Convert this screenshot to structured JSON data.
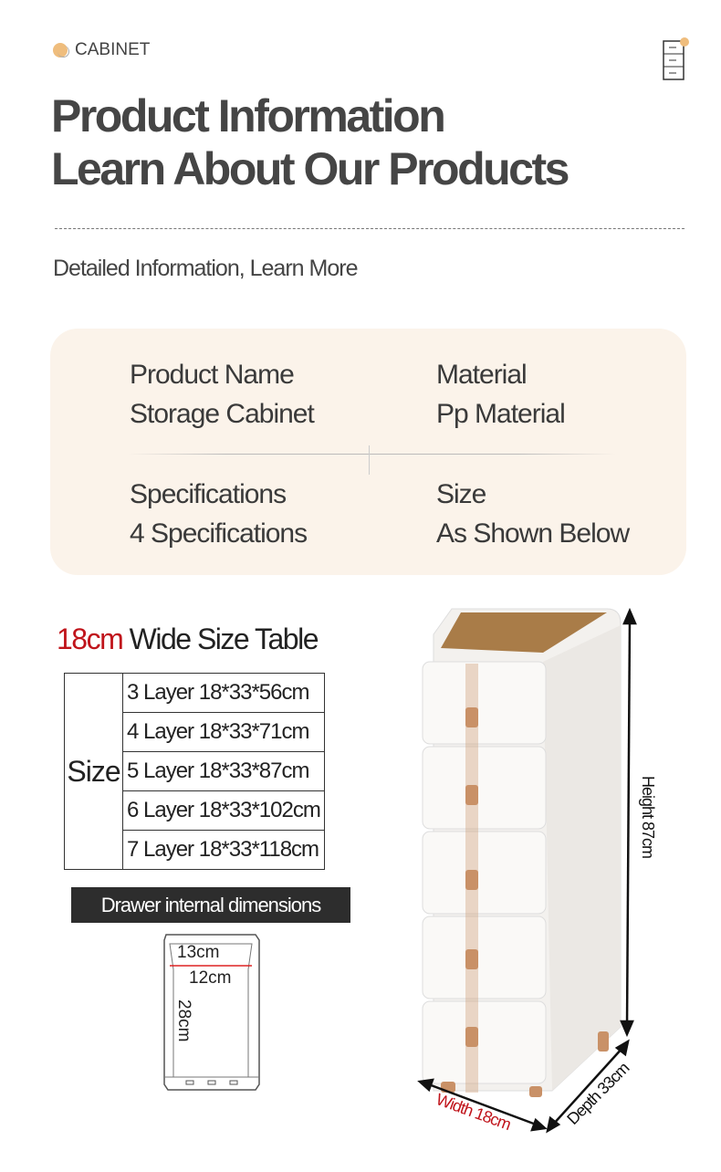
{
  "header": {
    "brand": "CABINET",
    "icon": "cabinet-icon"
  },
  "title": {
    "line1": "Product Information",
    "line2": "Learn About Our Products"
  },
  "subtitle": "Detailed Information, Learn More",
  "info": {
    "product_name_label": "Product Name",
    "product_name": "Storage Cabinet",
    "material_label": "Material",
    "material": "Pp Material",
    "specifications_label": "Specifications",
    "specifications": "4 Specifications",
    "size_label": "Size",
    "size": "As Shown Below"
  },
  "size_table": {
    "title_highlight": "18cm",
    "title_rest": " Wide Size Table",
    "row_header": "Size",
    "rows": [
      "3 Layer 18*33*56cm",
      "4 Layer 18*33*71cm",
      "5 Layer 18*33*87cm",
      "6 Layer 18*33*102cm",
      "7 Layer 18*33*118cm"
    ]
  },
  "drawer": {
    "label": "Drawer internal dimensions",
    "top_width": "13cm",
    "bottom_width": "12cm",
    "length": "28cm"
  },
  "product_dims": {
    "height": "Height 87cm",
    "width": "Width 18cm",
    "depth": "Depth 33cm"
  },
  "colors": {
    "accent_red": "#c0141b",
    "card_bg": "#fbf3ea",
    "dot": "#efbd7d"
  }
}
